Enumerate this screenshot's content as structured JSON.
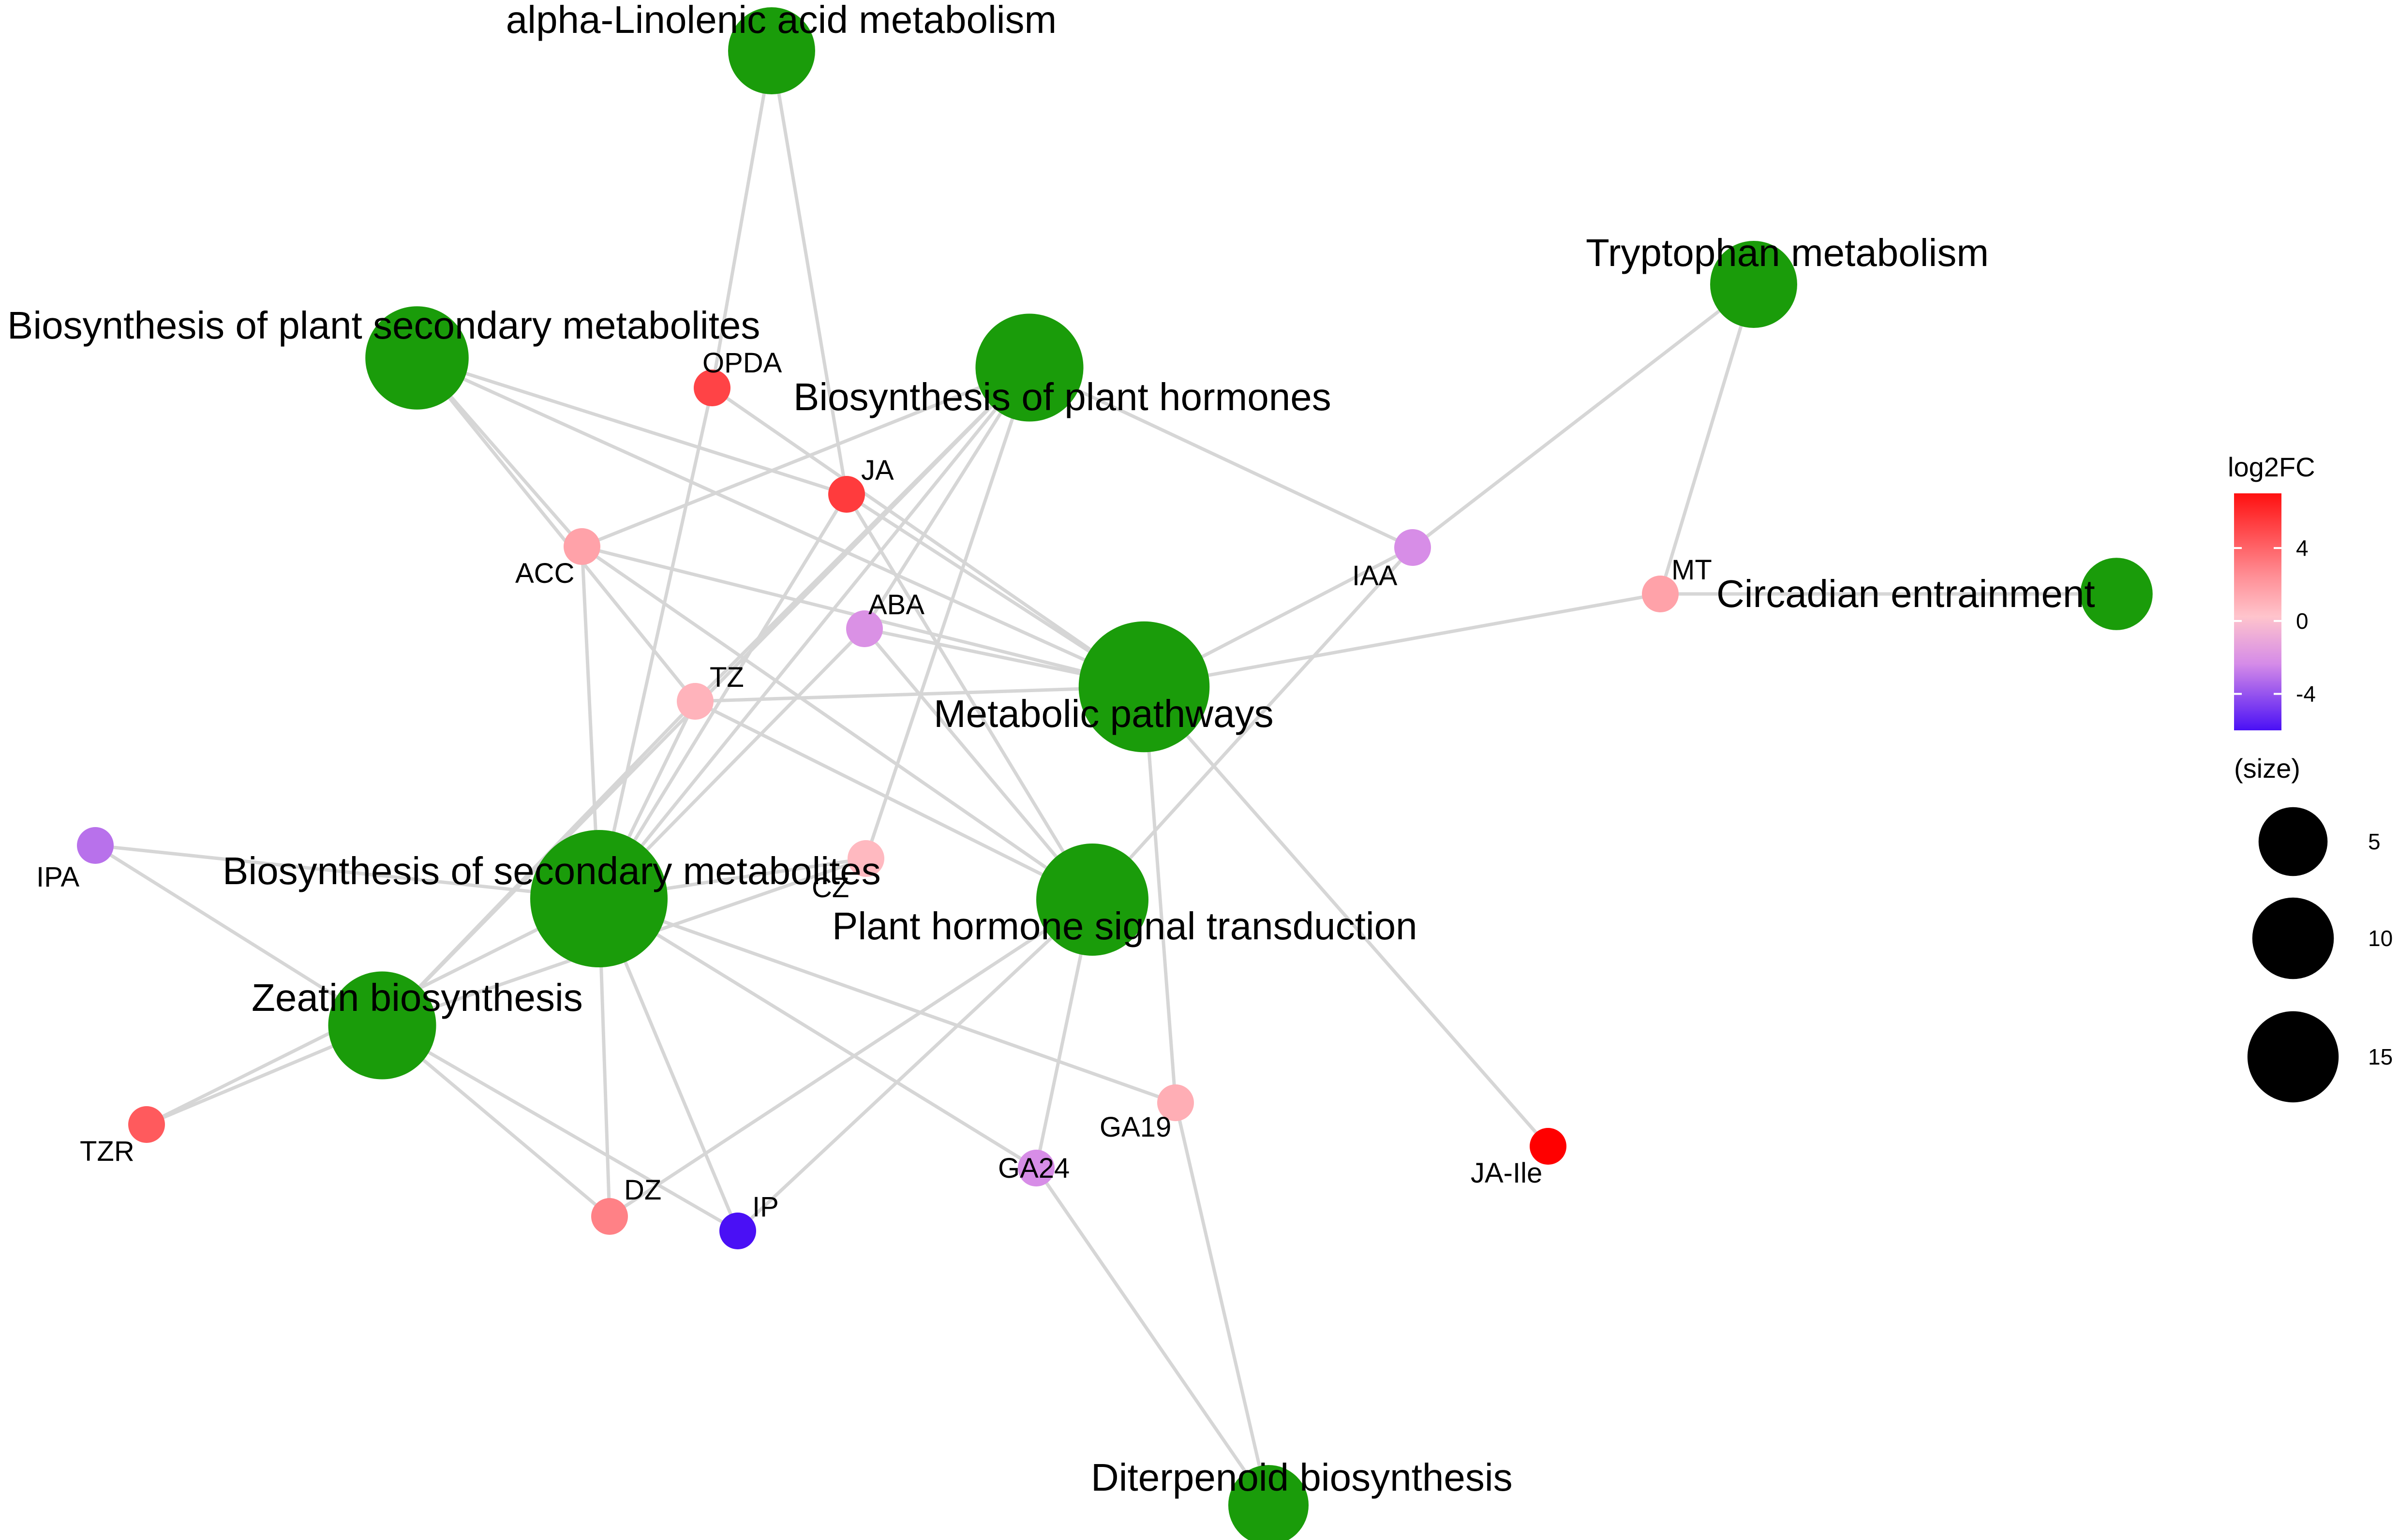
{
  "network": {
    "pathways": [
      {
        "id": "alpha",
        "label": "alpha-Linolenic acid metabolism",
        "size": 4
      },
      {
        "id": "bpsm",
        "label": "Biosynthesis of plant secondary metabolites",
        "size": 7
      },
      {
        "id": "bph",
        "label": "Biosynthesis of plant hormones",
        "size": 8
      },
      {
        "id": "trp",
        "label": "Tryptophan metabolism",
        "size": 4
      },
      {
        "id": "circ",
        "label": "Circadian entrainment",
        "size": 2
      },
      {
        "id": "met",
        "label": "Metabolic pathways",
        "size": 14
      },
      {
        "id": "bsm",
        "label": "Biosynthesis of secondary metabolites",
        "size": 16
      },
      {
        "id": "phst",
        "label": "Plant hormone signal transduction",
        "size": 9
      },
      {
        "id": "zea",
        "label": "Zeatin biosynthesis",
        "size": 8
      },
      {
        "id": "diterp",
        "label": "Diterpenoid biosynthesis",
        "size": 3
      }
    ],
    "compounds": [
      {
        "id": "OPDA",
        "label": "OPDA",
        "log2fc": 4.6
      },
      {
        "id": "JA",
        "label": "JA",
        "log2fc": 4.9
      },
      {
        "id": "ACC",
        "label": "ACC",
        "log2fc": 1.2
      },
      {
        "id": "ABA",
        "label": "ABA",
        "log2fc": -2.4
      },
      {
        "id": "TZ",
        "label": "TZ",
        "log2fc": 0.6
      },
      {
        "id": "IAA",
        "label": "IAA",
        "log2fc": -2.6
      },
      {
        "id": "MT",
        "label": "MT",
        "log2fc": 1.2
      },
      {
        "id": "IPA",
        "label": "IPA",
        "log2fc": -3.4
      },
      {
        "id": "CZ",
        "label": "CZ",
        "log2fc": 0.4
      },
      {
        "id": "TZR",
        "label": "TZR",
        "log2fc": 3.8
      },
      {
        "id": "DZ",
        "label": "DZ",
        "log2fc": 2.4
      },
      {
        "id": "IP",
        "label": "IP",
        "log2fc": -6.0
      },
      {
        "id": "GA24",
        "label": "GA24",
        "log2fc": -2.6
      },
      {
        "id": "GA19",
        "label": "GA19",
        "log2fc": 0.8
      },
      {
        "id": "JA-Ile",
        "label": "JA-Ile",
        "log2fc": 7.0
      }
    ],
    "edges": [
      [
        "alpha",
        "OPDA"
      ],
      [
        "alpha",
        "JA"
      ],
      [
        "bpsm",
        "ACC"
      ],
      [
        "bpsm",
        "JA"
      ],
      [
        "bpsm",
        "TZ"
      ],
      [
        "bpsm",
        "met"
      ],
      [
        "bph",
        "ACC"
      ],
      [
        "bph",
        "ABA"
      ],
      [
        "bph",
        "TZ"
      ],
      [
        "bph",
        "CZ"
      ],
      [
        "bph",
        "IAA"
      ],
      [
        "bph",
        "zea"
      ],
      [
        "bph",
        "bsm"
      ],
      [
        "OPDA",
        "met"
      ],
      [
        "OPDA",
        "bsm"
      ],
      [
        "JA",
        "bsm"
      ],
      [
        "JA",
        "phst"
      ],
      [
        "JA",
        "met"
      ],
      [
        "ACC",
        "met"
      ],
      [
        "ACC",
        "bsm"
      ],
      [
        "ACC",
        "phst"
      ],
      [
        "ABA",
        "met"
      ],
      [
        "ABA",
        "phst"
      ],
      [
        "ABA",
        "bsm"
      ],
      [
        "TZ",
        "met"
      ],
      [
        "TZ",
        "zea"
      ],
      [
        "TZ",
        "bsm"
      ],
      [
        "TZ",
        "phst"
      ],
      [
        "IAA",
        "met"
      ],
      [
        "IAA",
        "phst"
      ],
      [
        "IAA",
        "trp"
      ],
      [
        "MT",
        "met"
      ],
      [
        "MT",
        "trp"
      ],
      [
        "MT",
        "circ"
      ],
      [
        "IPA",
        "bsm"
      ],
      [
        "IPA",
        "zea"
      ],
      [
        "CZ",
        "bsm"
      ],
      [
        "CZ",
        "zea"
      ],
      [
        "TZR",
        "zea"
      ],
      [
        "TZR",
        "bsm"
      ],
      [
        "DZ",
        "zea"
      ],
      [
        "DZ",
        "bsm"
      ],
      [
        "DZ",
        "phst"
      ],
      [
        "IP",
        "bsm"
      ],
      [
        "IP",
        "phst"
      ],
      [
        "IP",
        "zea"
      ],
      [
        "GA24",
        "bsm"
      ],
      [
        "GA24",
        "phst"
      ],
      [
        "GA24",
        "diterp"
      ],
      [
        "GA19",
        "bsm"
      ],
      [
        "GA19",
        "met"
      ],
      [
        "GA19",
        "diterp"
      ],
      [
        "JA-Ile",
        "met"
      ]
    ]
  },
  "legend": {
    "color_title": "log2FC",
    "color_ticks": [
      {
        "value": 4,
        "label": "4"
      },
      {
        "value": 0,
        "label": "0"
      },
      {
        "value": -4,
        "label": "-4"
      }
    ],
    "color_range": [
      -6,
      7
    ],
    "size_title": "(size)",
    "size_items": [
      {
        "value": 5,
        "label": "5"
      },
      {
        "value": 10,
        "label": "10"
      },
      {
        "value": 15,
        "label": "15"
      }
    ]
  },
  "colors": {
    "pathway": "#1a9c0a",
    "edge": "#d6d6d6",
    "low": "#4a10f5",
    "mid": "#ffc4cc",
    "mid_purple": "#d58be8",
    "high": "#ff0000"
  }
}
